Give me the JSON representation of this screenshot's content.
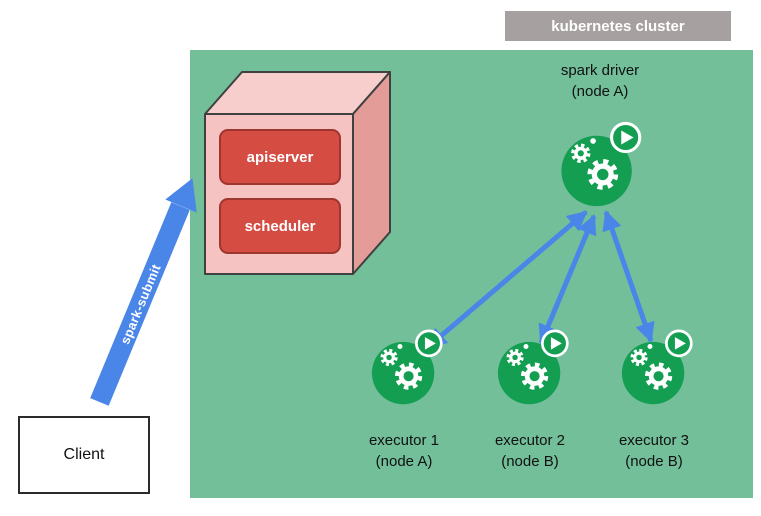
{
  "diagram": {
    "cluster": {
      "label": "kubernetes cluster"
    },
    "control_plane": {
      "apiserver_label": "apiserver",
      "scheduler_label": "scheduler"
    },
    "driver": {
      "title": "spark driver",
      "node": "(node A)"
    },
    "executors": [
      {
        "title": "executor 1",
        "node": "(node A)"
      },
      {
        "title": "executor 2",
        "node": "(node B)"
      },
      {
        "title": "executor 3",
        "node": "(node B)"
      }
    ],
    "client": {
      "label": "Client"
    },
    "spark_submit": {
      "label": "spark-submit"
    },
    "icons": {
      "pod": "gears-play-pod-icon",
      "play": "play-icon",
      "gear": "gear-icon"
    },
    "colors": {
      "cluster_bg": "#72bf9a",
      "pod_green": "#149e52",
      "box_red": "#d54c43",
      "box_red_border": "#9c362f",
      "arrow_blue": "#4a86e8",
      "cluster_label_bg": "#a7a0a0",
      "cube_front": "#f5c3c2",
      "cube_top": "#f8cecc",
      "cube_side": "#e39c98"
    }
  }
}
